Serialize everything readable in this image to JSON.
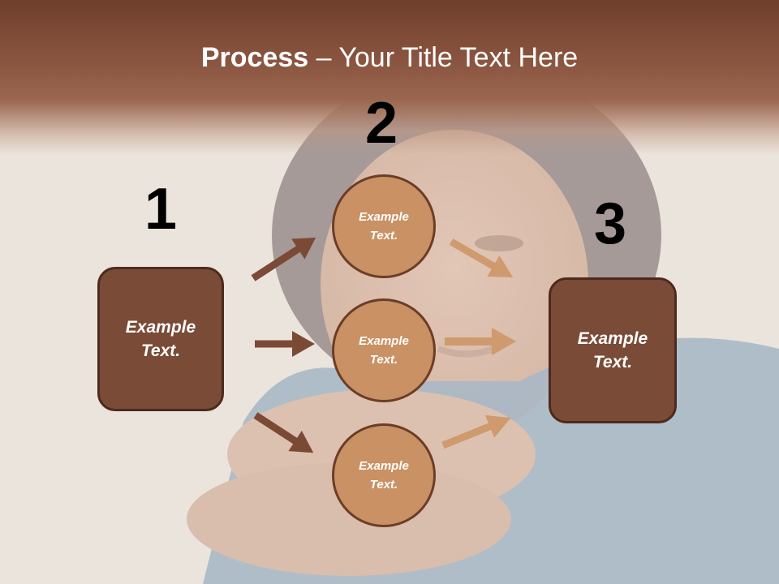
{
  "slide": {
    "title_bold": "Process",
    "title_rest": " – Your Title Text Here"
  },
  "steps": {
    "one": {
      "number": "1",
      "text": "Example Text."
    },
    "two": {
      "number": "2",
      "circles": [
        "Example Text.",
        "Example Text.",
        "Example Text."
      ]
    },
    "three": {
      "number": "3",
      "text": "Example Text."
    }
  },
  "colors": {
    "header": "#7a4a34",
    "box_fill": "#7a4b37",
    "circle_fill": "#c99164",
    "arrow_dark": "#7b4a35",
    "arrow_light": "#cf9a6e"
  }
}
